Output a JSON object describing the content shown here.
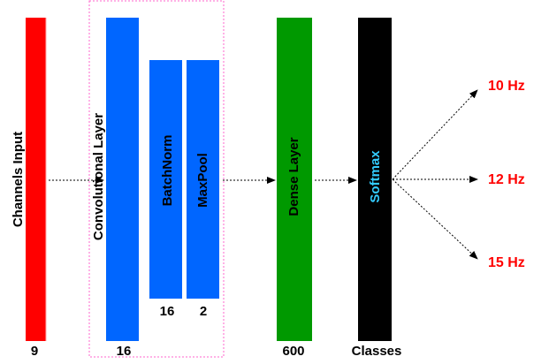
{
  "layers": {
    "input": {
      "label": "Channels Input",
      "size": "9",
      "color": "#ff0000"
    },
    "conv": {
      "label": "Convolutional Layer",
      "size": "16",
      "color": "#0066ff"
    },
    "batchnorm": {
      "label": "BatchNorm",
      "size": "16",
      "color": "#0066ff"
    },
    "maxpool": {
      "label": "MaxPool",
      "size": "2",
      "color": "#0066ff"
    },
    "dense": {
      "label": "Dense Layer",
      "size": "600",
      "color": "#009900"
    },
    "softmax": {
      "label": "Softmax",
      "size": "Classes",
      "color": "#000000",
      "label_color": "#33ccff"
    }
  },
  "group_box_color": "#ff66cc",
  "classes": [
    {
      "label": "10 Hz",
      "color": "#ff0000"
    },
    {
      "label": "12 Hz",
      "color": "#ff0000"
    },
    {
      "label": "15 Hz",
      "color": "#ff0000"
    }
  ]
}
